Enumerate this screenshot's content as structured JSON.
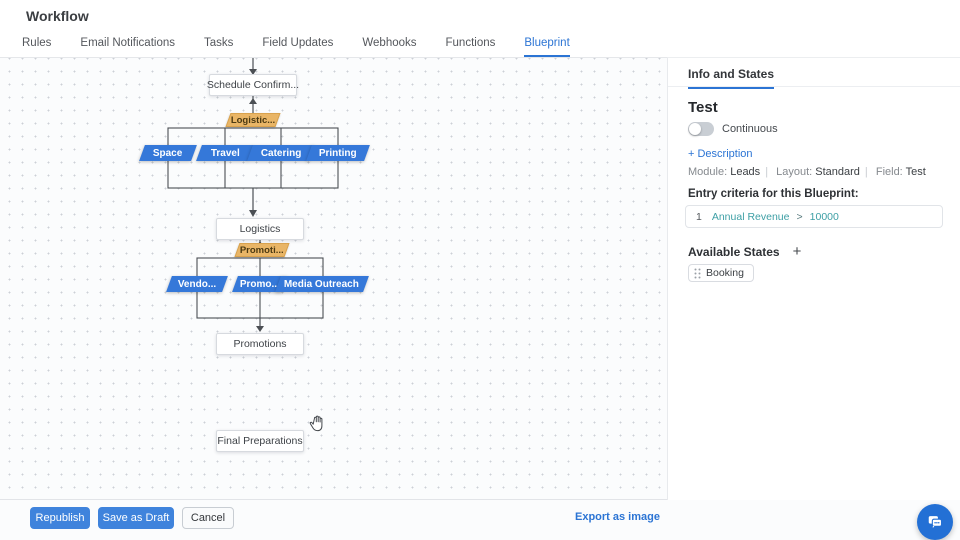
{
  "header": {
    "title": "Workflow",
    "tabs": [
      {
        "label": "Rules"
      },
      {
        "label": "Email Notifications"
      },
      {
        "label": "Tasks"
      },
      {
        "label": "Field Updates"
      },
      {
        "label": "Webhooks"
      },
      {
        "label": "Functions"
      },
      {
        "label": "Blueprint",
        "active": true
      }
    ]
  },
  "canvas": {
    "states": {
      "schedule": "Schedule Confirm...",
      "logistics": "Logistics",
      "promotions": "Promotions",
      "final": "Final Preparations"
    },
    "transitions": {
      "logistic": "Logistic...",
      "promoti": "Promoti...",
      "space": "Space",
      "travel": "Travel",
      "catering": "Catering",
      "printing": "Printing",
      "vendo": "Vendo...",
      "promo": "Promo...",
      "media_outreach": "Media Outreach"
    }
  },
  "panel": {
    "tab": "Info and States",
    "name": "Test",
    "continuous_label": "Continuous",
    "continuous_on": false,
    "description_link": "+ Description",
    "meta": {
      "module_label": "Module:",
      "module": "Leads",
      "layout_label": "Layout:",
      "layout": "Standard",
      "field_label": "Field:",
      "field": "Test",
      "separator": "|"
    },
    "entry_criteria_title": "Entry criteria for this Blueprint:",
    "criteria": {
      "index": "1",
      "field": "Annual Revenue",
      "operator": ">",
      "value": "10000"
    },
    "available_states_title": "Available States",
    "add_state_label": "+",
    "states": [
      {
        "label": "Booking"
      }
    ]
  },
  "footer": {
    "republish": "Republish",
    "save_draft": "Save as Draft",
    "cancel": "Cancel",
    "export": "Export as image"
  },
  "colors": {
    "accent_blue": "#2b74d4",
    "transition_blue": "#3578d9",
    "transition_orange": "#e9b566",
    "criteria_teal": "#3d9fa5",
    "button_blue": "#3f83dc",
    "chat_fab_blue": "#2370d5"
  }
}
